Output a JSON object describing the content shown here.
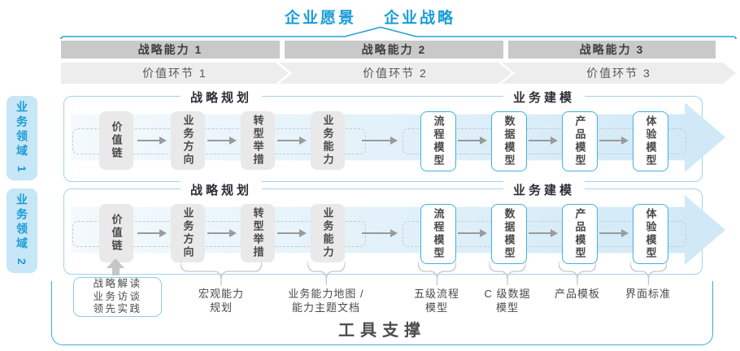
{
  "header": {
    "vision": "企业愿景",
    "strategy": "企业战略"
  },
  "capabilities": [
    "战略能力 1",
    "战略能力 2",
    "战略能力 3"
  ],
  "value_links": [
    "价值环节 1",
    "价值环节 2",
    "价值环节 3"
  ],
  "domains": [
    "业务领域 1",
    "业务领域 2"
  ],
  "sections": {
    "planning": "战略规划",
    "modeling": "业务建模"
  },
  "strategy_boxes": [
    "价值链",
    "业务方向",
    "转型举措",
    "业务能力"
  ],
  "modeling_boxes": [
    "流程模型",
    "数据模型",
    "产品模型",
    "体验模型"
  ],
  "practice_box": [
    "战略解读",
    "业务访谈",
    "领先实践"
  ],
  "annotations": [
    {
      "lines": [
        "宏观能力",
        "规划"
      ]
    },
    {
      "lines": [
        "业务能力地图 /",
        "能力主题文档"
      ]
    },
    {
      "lines": [
        "五级流程",
        "模型"
      ]
    },
    {
      "lines": [
        "C 级数据",
        "模型"
      ]
    },
    {
      "lines": [
        "产品模板"
      ]
    },
    {
      "lines": [
        "界面标准"
      ]
    }
  ],
  "footer": {
    "label": "工具支撑"
  },
  "colors": {
    "accent_blue": "#1b9cd8",
    "row_border_blue": "#a5d2ea",
    "tool_border_blue": "#3fa9dc",
    "bar_gray": "#c9c9c9",
    "chevron_gray": "#ededed",
    "box_gray": "#e9e9ea",
    "model_box_border": "#3fb3e0",
    "band_blue": "#cfe8f7"
  }
}
